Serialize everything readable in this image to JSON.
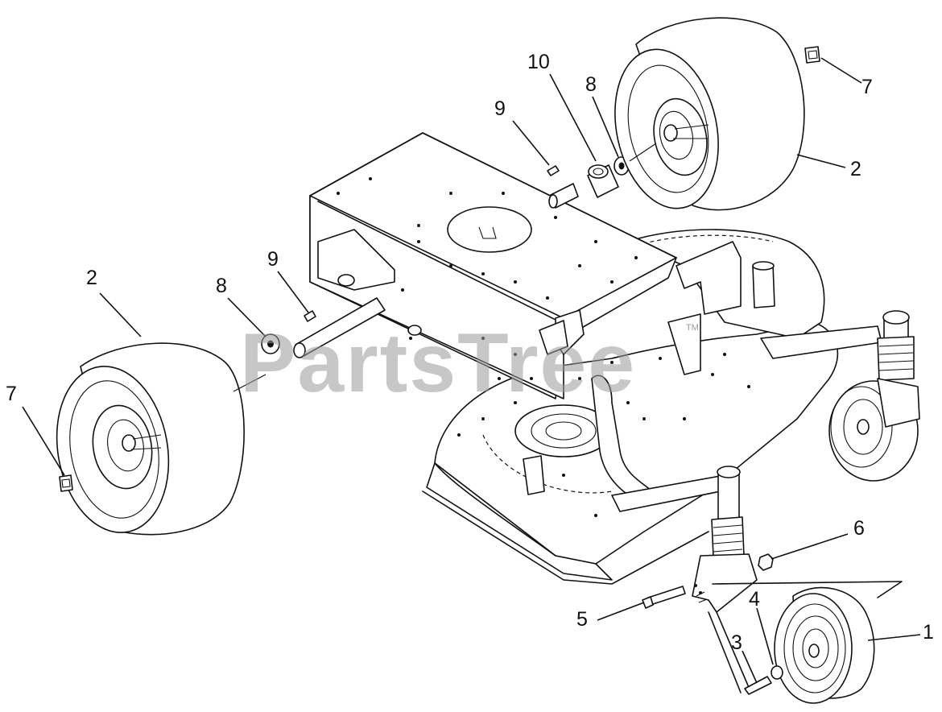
{
  "watermark": {
    "text": "PartsTree",
    "mark": "TM"
  },
  "callouts": [
    {
      "id": "c10",
      "label": "10"
    },
    {
      "id": "c8a",
      "label": "8"
    },
    {
      "id": "c9a",
      "label": "9"
    },
    {
      "id": "c7a",
      "label": "7"
    },
    {
      "id": "c2a",
      "label": "2"
    },
    {
      "id": "c2b",
      "label": "2"
    },
    {
      "id": "c9b",
      "label": "9"
    },
    {
      "id": "c8b",
      "label": "8"
    },
    {
      "id": "c7b",
      "label": "7"
    },
    {
      "id": "c6",
      "label": "6"
    },
    {
      "id": "c5",
      "label": "5"
    },
    {
      "id": "c4",
      "label": "4"
    },
    {
      "id": "c3",
      "label": "3"
    },
    {
      "id": "c1",
      "label": "1"
    }
  ]
}
